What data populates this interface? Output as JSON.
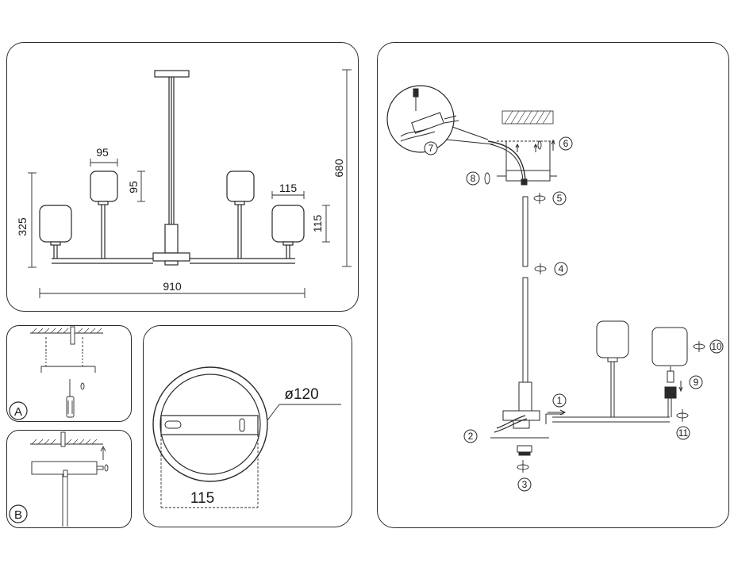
{
  "main_dimensions": {
    "width": "910",
    "height": "680",
    "arm_height": "325",
    "small_shade_width": "95",
    "small_shade_height": "95",
    "large_shade_width": "115",
    "large_shade_height": "115"
  },
  "canopy_detail": {
    "diameter": "ø120",
    "plate_width": "115"
  },
  "mounting_steps": {
    "step_a": "A",
    "step_b": "B"
  },
  "assembly_steps": [
    "1",
    "2",
    "3",
    "4",
    "5",
    "6",
    "7",
    "8",
    "9",
    "10",
    "11"
  ],
  "colors": {
    "line": "#2a2a2a",
    "background": "#ffffff"
  }
}
